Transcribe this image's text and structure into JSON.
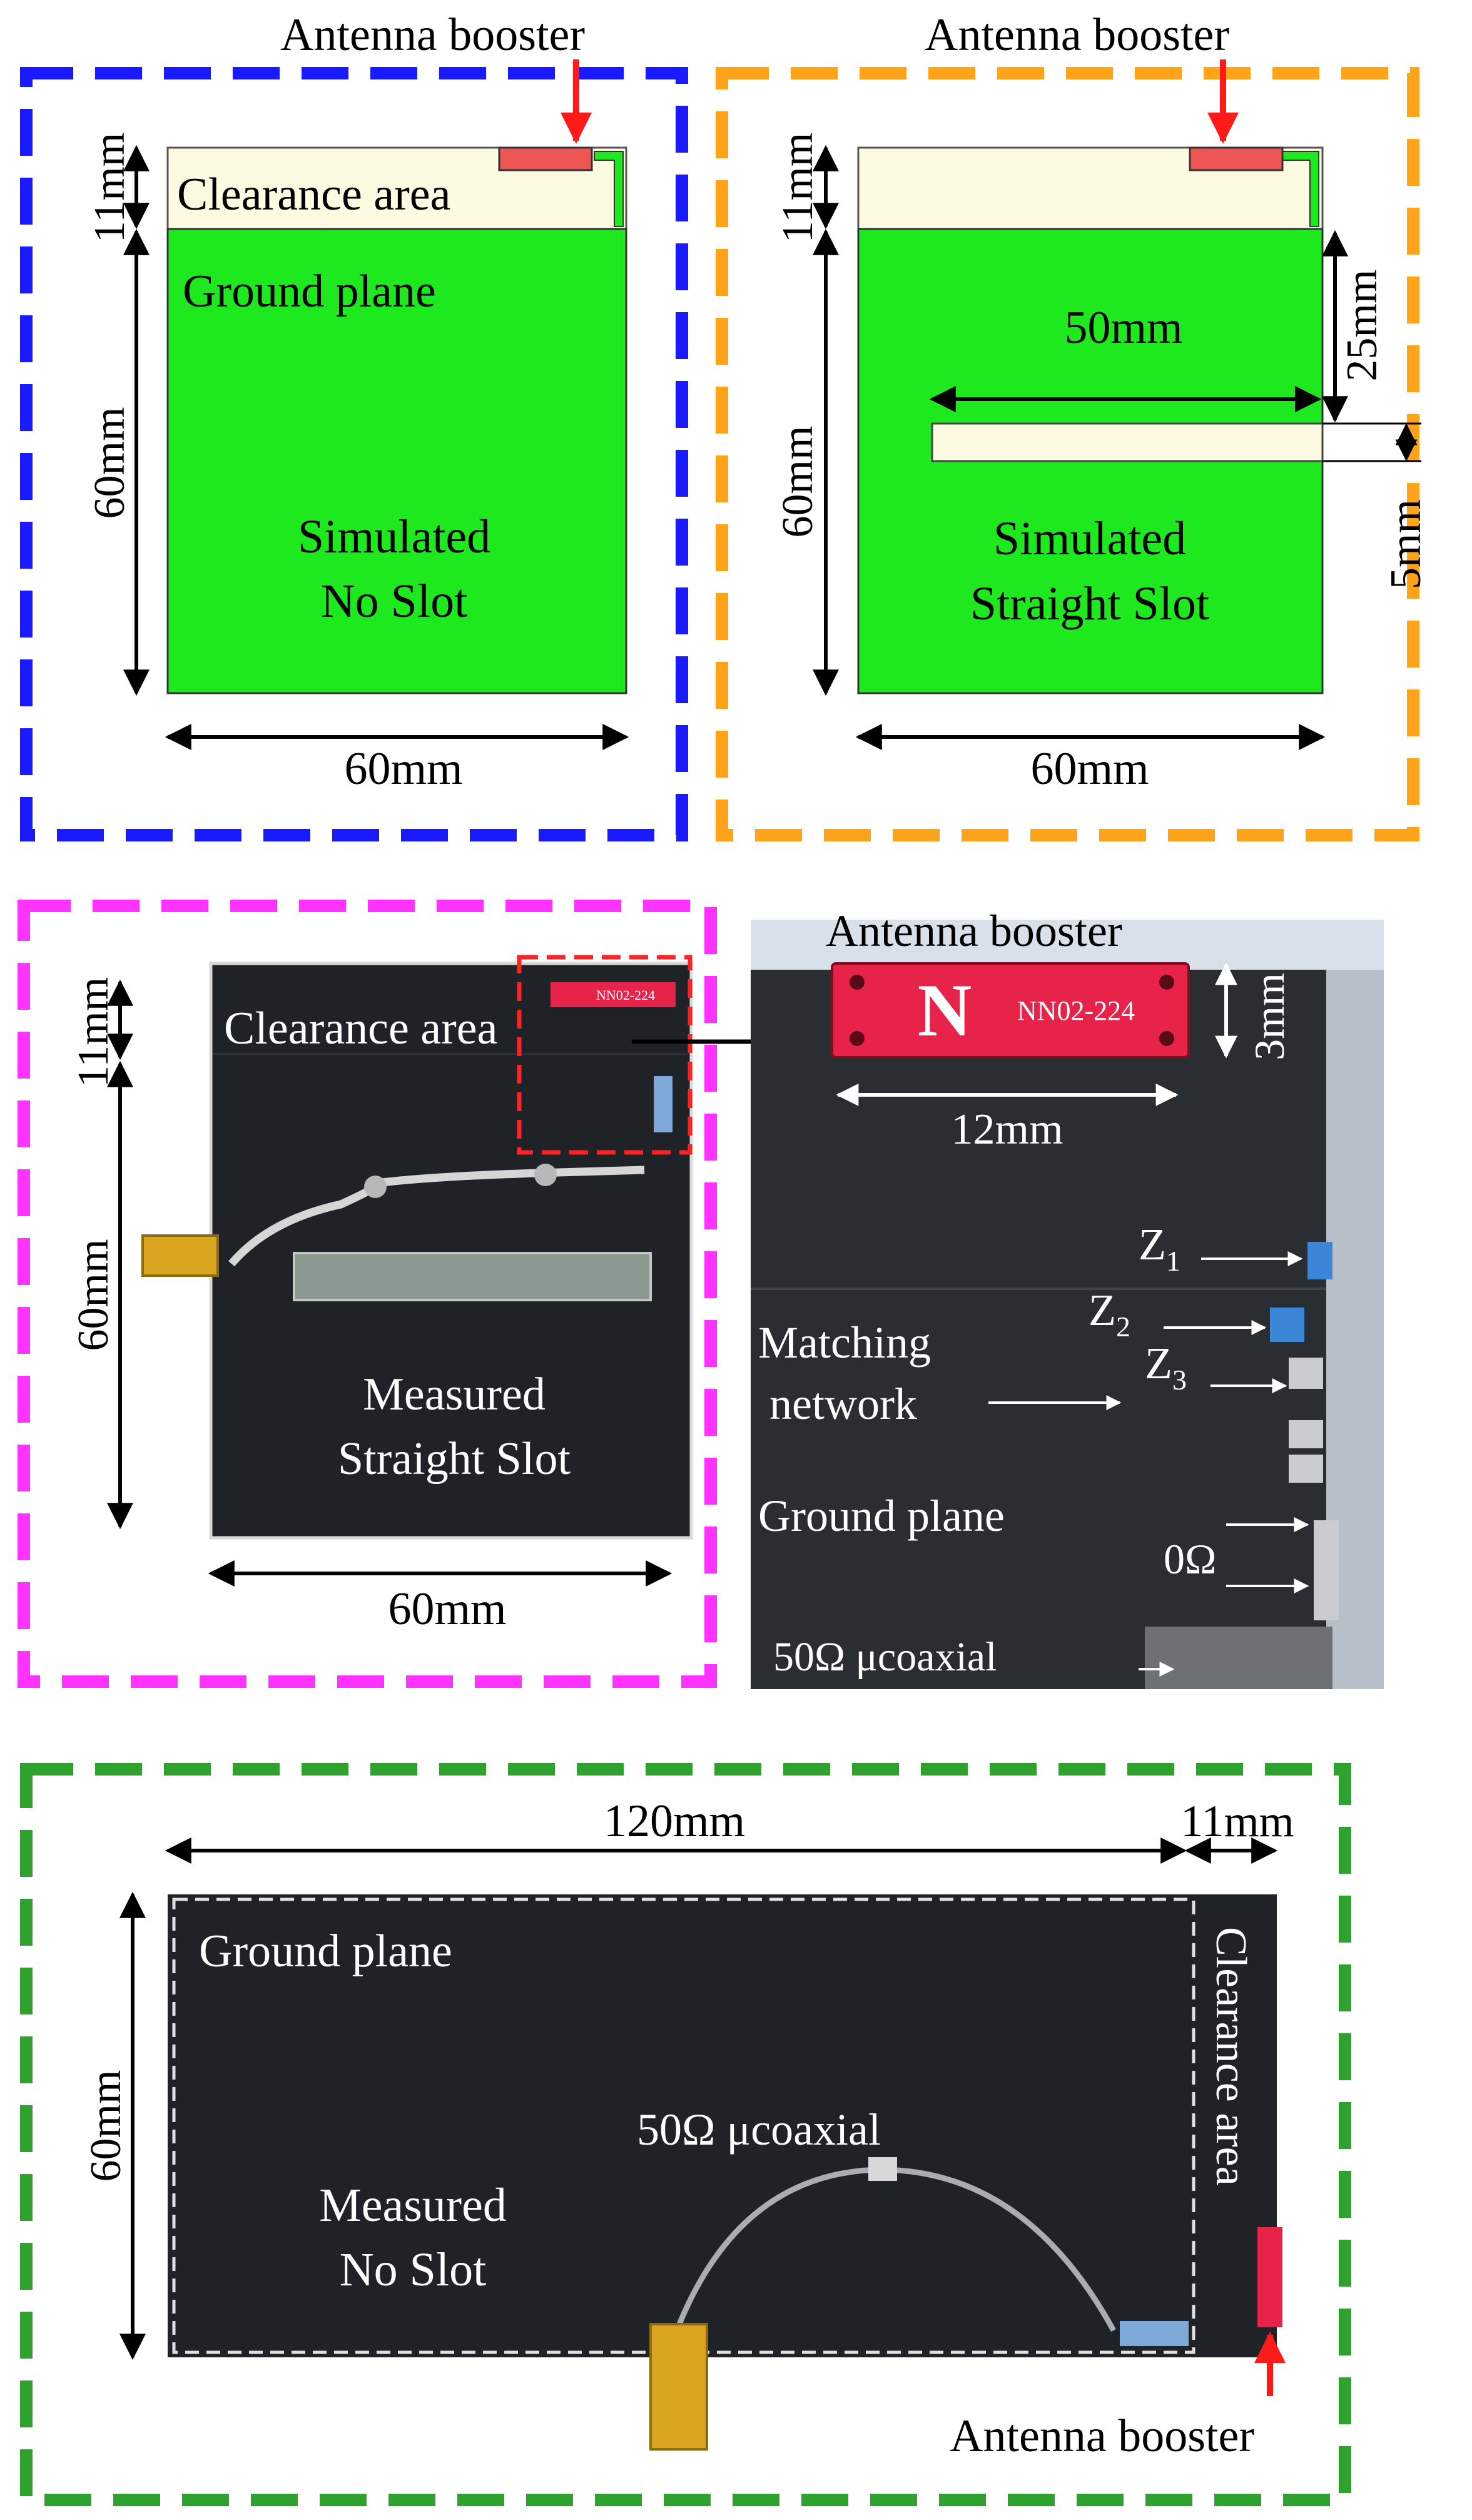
{
  "colors": {
    "blue_frame": "#1a1aff",
    "orange_frame": "#ffa31a",
    "magenta_frame": "#ff33ff",
    "green_frame": "#2ea12e",
    "ground_green": "#1ee81e",
    "clearance_cream": "#fcfae0",
    "booster_red": "#ee5555",
    "arrow_red": "#ff1a1a",
    "pcb_dark": "#1f2226",
    "photo_bg": "#2a2d31",
    "chip_red": "#e8234a"
  },
  "panel_a": {
    "booster_label": "Antenna booster",
    "clearance_label": "Clearance area",
    "ground_label": "Ground plane",
    "title_line1": "Simulated",
    "title_line2": "No Slot",
    "dim_clearance": "11mm",
    "dim_height": "60mm",
    "dim_width": "60mm"
  },
  "panel_b": {
    "booster_label": "Antenna booster",
    "dim_slot_length": "50mm",
    "dim_slot_offset": "25mm",
    "dim_slot_width": "5mm",
    "dim_clearance": "11mm",
    "dim_height": "60mm",
    "dim_width": "60mm",
    "title_line1": "Simulated",
    "title_line2": "Straight Slot"
  },
  "panel_c": {
    "clearance_label": "Clearance area",
    "chip_text": "NN02-224",
    "dim_clearance": "11mm",
    "dim_height": "60mm",
    "dim_width": "60mm",
    "title_line1": "Measured",
    "title_line2": "Straight Slot"
  },
  "panel_d": {
    "booster_label": "Antenna booster",
    "chip_text": "NN02-224",
    "dim_chip_length": "12mm",
    "dim_chip_width": "3mm",
    "z1": "Z",
    "z1_sub": "1",
    "z2": "Z",
    "z2_sub": "2",
    "z3": "Z",
    "z3_sub": "3",
    "matching_line1": "Matching",
    "matching_line2": "network",
    "ground_label": "Ground plane",
    "zero_ohm": "0Ω",
    "coax_label": "50Ω μcoaxial"
  },
  "panel_e": {
    "dim_length": "120mm",
    "dim_clearance": "11mm",
    "dim_height": "60mm",
    "ground_label": "Ground plane",
    "clearance_label": "Clearance area",
    "coax_label": "50Ω μcoaxial",
    "title_line1": "Measured",
    "title_line2": "No Slot",
    "booster_label": "Antenna booster"
  }
}
